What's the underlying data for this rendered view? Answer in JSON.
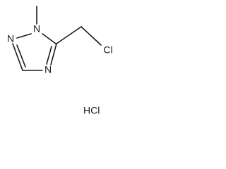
{
  "molecule": {
    "atoms": {
      "n1": "N",
      "n2": "N",
      "n4": "N",
      "cl": "Cl"
    },
    "salt": "HCl"
  }
}
